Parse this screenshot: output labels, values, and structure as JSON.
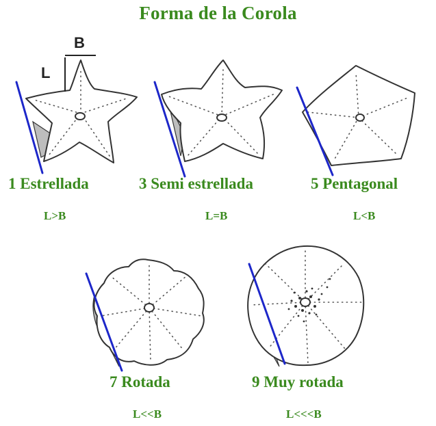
{
  "title": "Forma de la Corola",
  "dimension_labels": {
    "length": "L",
    "breadth": "B"
  },
  "shapes": [
    {
      "name": "1 Estrellada",
      "ratio": "L>B"
    },
    {
      "name": "3 Semi estrellada",
      "ratio": "L=B"
    },
    {
      "name": "5 Pentagonal",
      "ratio": "L<B"
    },
    {
      "name": "7 Rotada",
      "ratio": "L<<B"
    },
    {
      "name": "9 Muy rotada",
      "ratio": "L<<<B"
    }
  ],
  "colors": {
    "text": "#3a8a1e",
    "indicator_line": "#1d27c9",
    "shaded_area": "#bdbdbd"
  }
}
